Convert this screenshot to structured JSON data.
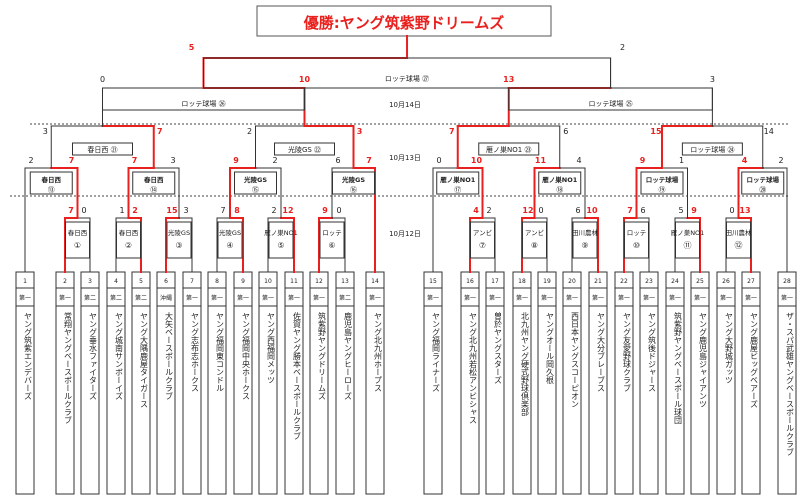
{
  "title": "優勝:ヤング筑紫野ドリームズ",
  "dates": [
    "10月14日",
    "10月13日",
    "10月12日"
  ],
  "final_label": "ロッテ球場 ㉗",
  "semi_labels": [
    "ロッテ球場 ㉖",
    "ロッテ球場 ㉕"
  ],
  "qf_labels": [
    "春日西 ㉑",
    "光陵GS ㉒",
    "雁ノ巣NO1 ㉓",
    "ロッテ球場 ㉔"
  ],
  "r2_labels": [
    [
      "春日西",
      "⑬"
    ],
    [
      "春日西",
      "⑭"
    ],
    [
      "光陵GS",
      "⑮"
    ],
    [
      "光陵GS",
      "⑯"
    ],
    [
      "雁ノ巣NO1",
      "⑰"
    ],
    [
      "雁ノ巣NO1",
      "⑱"
    ],
    [
      "ロッテ球場",
      "⑲"
    ],
    [
      "ロッテ球場",
      "⑳"
    ]
  ],
  "r1_labels": [
    [
      "春日西",
      "①"
    ],
    [
      "春日西",
      "②"
    ],
    [
      "光陵GS",
      "③"
    ],
    [
      "光陵GS",
      "④"
    ],
    [
      "雁ノ巣NO1",
      "⑤"
    ],
    [
      "ロッテ",
      "⑥"
    ],
    [
      "アンビ",
      "⑦"
    ],
    [
      "アンビ",
      "⑧"
    ],
    [
      "田川農林",
      "⑨"
    ],
    [
      "ロッテ",
      "⑩"
    ],
    [
      "雁ノ巣NO1",
      "⑪"
    ],
    [
      "田川農林",
      "⑫"
    ]
  ],
  "teams": [
    {
      "no": "1",
      "div": "第一",
      "name": "ヤング筑紫エンデバーズ"
    },
    {
      "no": "2",
      "div": "第一",
      "name": "常翔ヤングベースボールクラブ"
    },
    {
      "no": "3",
      "div": "第二",
      "name": "ヤング垂水ファイターズ"
    },
    {
      "no": "4",
      "div": "第二",
      "name": "ヤング城南サンボーイズ"
    },
    {
      "no": "5",
      "div": "第二",
      "name": "ヤング大隅鹿屋タイガース"
    },
    {
      "no": "6",
      "div": "沖縄",
      "name": "大矢ベースボールクラブ"
    },
    {
      "no": "7",
      "div": "第一",
      "name": "ヤング志布志ホークス"
    },
    {
      "no": "8",
      "div": "第一",
      "name": "ヤング福岡東コンドル"
    },
    {
      "no": "9",
      "div": "第一",
      "name": "ヤング福岡中央ホークス"
    },
    {
      "no": "10",
      "div": "第一",
      "name": "ヤング西福岡メッツ"
    },
    {
      "no": "11",
      "div": "第一",
      "name": "佐賀ヤング勝本ベースボールクラブ"
    },
    {
      "no": "12",
      "div": "第一",
      "name": "筑紫野ヤングドリームズ"
    },
    {
      "no": "13",
      "div": "第二",
      "name": "鹿児島ヤングヒーローズ"
    },
    {
      "no": "14",
      "div": "第一",
      "name": "ヤング北九州ホープス"
    },
    {
      "no": "15",
      "div": "第一",
      "name": "ヤング福岡ライナーズ"
    },
    {
      "no": "16",
      "div": "第一",
      "name": "ヤング北九州若松アンビシャス"
    },
    {
      "no": "17",
      "div": "第一",
      "name": "曽於ヤングスターズ"
    },
    {
      "no": "18",
      "div": "第一",
      "name": "北九州ヤング硬式野球倶楽部"
    },
    {
      "no": "19",
      "div": "第一",
      "name": "ヤングオール岡久根"
    },
    {
      "no": "20",
      "div": "第一",
      "name": "西日本ヤングスコーピオン"
    },
    {
      "no": "21",
      "div": "第一",
      "name": "ヤング大分ブレーブス"
    },
    {
      "no": "22",
      "div": "第一",
      "name": "ヤング友愛野球クラブ"
    },
    {
      "no": "23",
      "div": "第一",
      "name": "ヤング筑後ドジャース"
    },
    {
      "no": "24",
      "div": "第一",
      "name": "筑紫野ヤングベースボール球団"
    },
    {
      "no": "25",
      "div": "第一",
      "name": "ヤング鹿児島ジャイアンツ"
    },
    {
      "no": "26",
      "div": "第一",
      "name": "ヤング大野城ガッツ"
    },
    {
      "no": "27",
      "div": "第一",
      "name": "ヤング鹿屋ビッグベアーズ"
    },
    {
      "no": "28",
      "div": "第一",
      "name": "ザ・スパ武雄ヤングベースボールクラブ"
    }
  ],
  "scores": {
    "final": [
      "5",
      "2"
    ],
    "semi": [
      [
        "0",
        "10"
      ],
      [
        "13",
        "3"
      ]
    ],
    "qf": [
      [
        "3",
        "7"
      ],
      [
        "2",
        "3"
      ],
      [
        "7",
        "6"
      ],
      [
        "15",
        "14"
      ]
    ],
    "r2": [
      [
        "2",
        "7"
      ],
      [
        "7",
        "3"
      ],
      [
        "9",
        "2"
      ],
      [
        "6",
        "7"
      ],
      [
        "0",
        "10"
      ],
      [
        "11",
        "4"
      ],
      [
        "9",
        "1"
      ],
      [
        "4",
        "2"
      ]
    ],
    "r1": [
      [
        "7",
        "0"
      ],
      [
        "1",
        "2"
      ],
      [
        "15",
        "3"
      ],
      [
        "7",
        "8"
      ],
      [
        "2",
        "12"
      ],
      [
        "9",
        "0"
      ],
      [
        "4",
        "2"
      ],
      [
        "12",
        "0"
      ],
      [
        "6",
        "10"
      ],
      [
        "7",
        "6"
      ],
      [
        "5",
        "9"
      ],
      [
        "0",
        "13"
      ]
    ]
  },
  "colors": {
    "win": "#e8211f",
    "line": "#333333",
    "title_border": "#555555"
  }
}
